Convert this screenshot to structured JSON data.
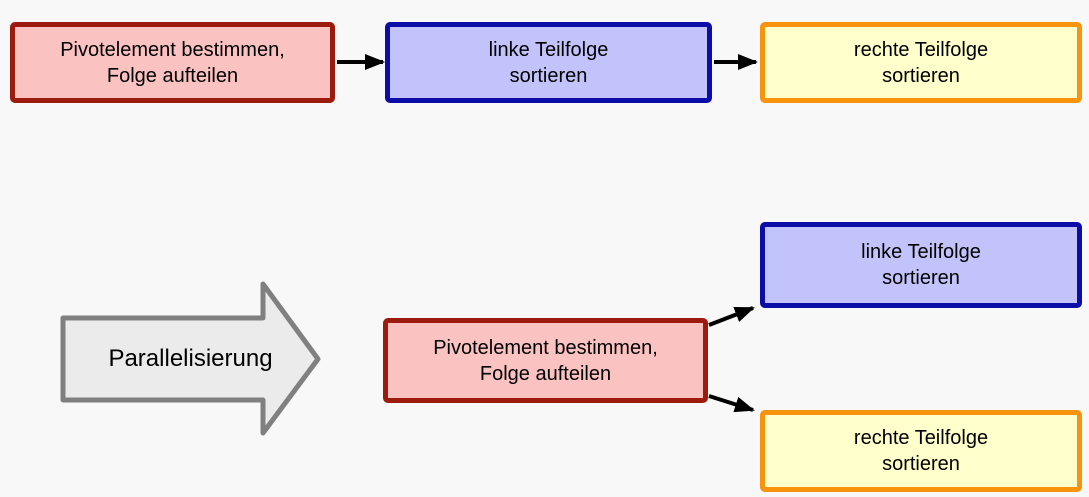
{
  "sequential_flow": {
    "pivot_box": "Pivotelement bestimmen,\nFolge aufteilen",
    "left_box": "linke Teilfolge\nsortieren",
    "right_box": "rechte Teilfolge\nsortieren"
  },
  "transform": {
    "label": "Parallelisierung"
  },
  "parallel_flow": {
    "pivot_box": "Pivotelement bestimmen,\nFolge aufteilen",
    "left_box": "linke Teilfolge\nsortieren",
    "right_box": "rechte Teilfolge\nsortieren"
  },
  "colors": {
    "background": "#f8f8f8",
    "pivot_border": "#9b1c0e",
    "pivot_fill": "#fbc2c2",
    "left_border": "#0c0ca6",
    "left_fill": "#c3c3fb",
    "right_border": "#f7930d",
    "right_fill": "#ffffcc",
    "transform_arrow_border": "#808080",
    "transform_arrow_fill": "#ebebeb",
    "connector": "#000000"
  }
}
